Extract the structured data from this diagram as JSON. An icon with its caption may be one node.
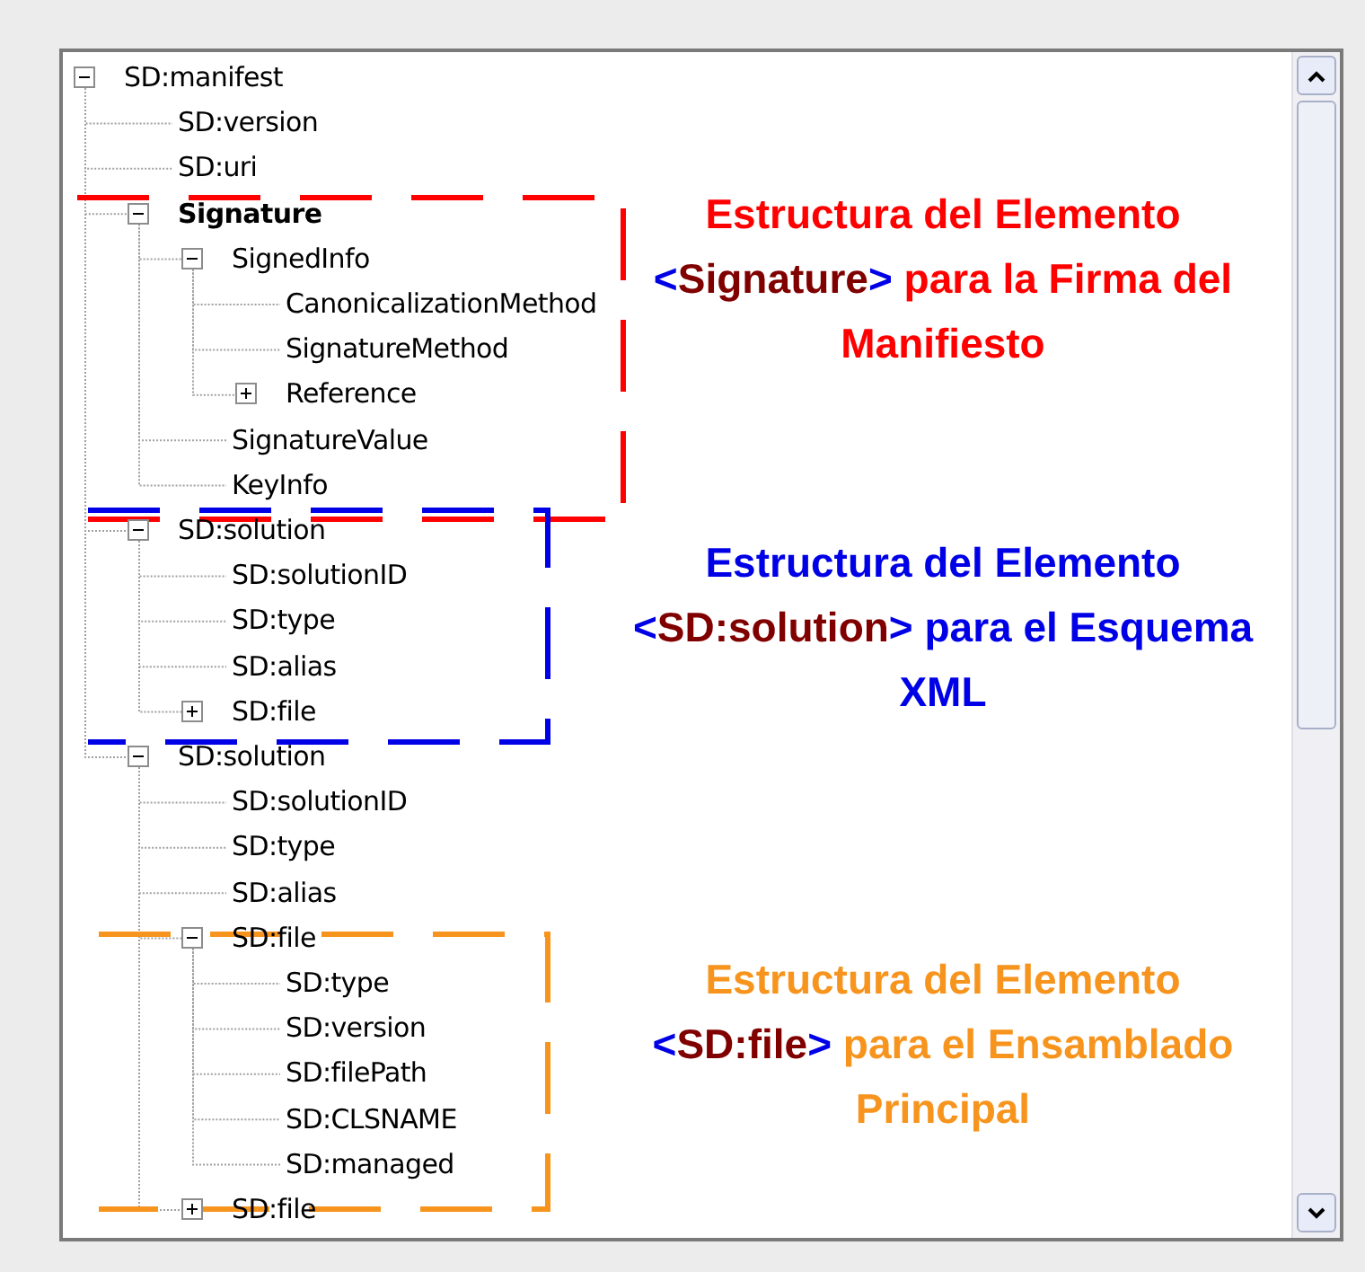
{
  "diagram": {
    "nodes": [
      {
        "text": [
          "SD:manifest"
        ]
      },
      {
        "text": [
          "SD:version"
        ]
      },
      {
        "text": [
          "SD:uri"
        ]
      },
      {
        "text": [
          "Signature"
        ]
      },
      {
        "text": [
          "SignedInfo"
        ]
      },
      {
        "text": [
          "CanonicalizationMethod"
        ]
      },
      {
        "text": [
          "SignatureMethod"
        ]
      },
      {
        "text": [
          "Reference"
        ]
      },
      {
        "text": [
          "SignatureValue"
        ]
      },
      {
        "text": [
          "KeyInfo"
        ]
      },
      {
        "text": [
          "SD:solution"
        ]
      },
      {
        "text": [
          "SD:solutionID"
        ]
      },
      {
        "text": [
          "SD:type"
        ]
      },
      {
        "text": [
          "SD:alias"
        ]
      },
      {
        "text": [
          "SD:file"
        ]
      },
      {
        "text": [
          "SD:solution"
        ]
      },
      {
        "text": [
          "SD:solutionID"
        ]
      },
      {
        "text": [
          "SD:type"
        ]
      },
      {
        "text": [
          "SD:alias"
        ]
      },
      {
        "text": [
          "SD:file"
        ]
      },
      {
        "text": [
          "SD:type"
        ]
      },
      {
        "text": [
          "SD:version"
        ]
      },
      {
        "text": [
          "SD:filePath"
        ]
      },
      {
        "text": [
          "SD:CLSNAME"
        ]
      },
      {
        "text": [
          "SD:managed"
        ]
      },
      {
        "text": [
          "SD:file"
        ]
      }
    ],
    "edges": [
      {
        "from": 0,
        "to": 1,
        "arrow": "none"
      },
      {
        "from": 0,
        "to": 2,
        "arrow": "none"
      },
      {
        "from": 0,
        "to": 3,
        "arrow": "none"
      },
      {
        "from": 3,
        "to": 4,
        "arrow": "none"
      },
      {
        "from": 4,
        "to": 5,
        "arrow": "none"
      },
      {
        "from": 4,
        "to": 6,
        "arrow": "none"
      },
      {
        "from": 4,
        "to": 7,
        "arrow": "none"
      },
      {
        "from": 3,
        "to": 8,
        "arrow": "none"
      },
      {
        "from": 3,
        "to": 9,
        "arrow": "none"
      },
      {
        "from": 0,
        "to": 10,
        "arrow": "none"
      },
      {
        "from": 10,
        "to": 11,
        "arrow": "none"
      },
      {
        "from": 10,
        "to": 12,
        "arrow": "none"
      },
      {
        "from": 10,
        "to": 13,
        "arrow": "none"
      },
      {
        "from": 10,
        "to": 14,
        "arrow": "none"
      },
      {
        "from": 0,
        "to": 15,
        "arrow": "none"
      },
      {
        "from": 15,
        "to": 16,
        "arrow": "none"
      },
      {
        "from": 15,
        "to": 17,
        "arrow": "none"
      },
      {
        "from": 15,
        "to": 18,
        "arrow": "none"
      },
      {
        "from": 15,
        "to": 19,
        "arrow": "none"
      },
      {
        "from": 19,
        "to": 20,
        "arrow": "none"
      },
      {
        "from": 19,
        "to": 21,
        "arrow": "none"
      },
      {
        "from": 19,
        "to": 22,
        "arrow": "none"
      },
      {
        "from": 19,
        "to": 23,
        "arrow": "none"
      },
      {
        "from": 19,
        "to": 24,
        "arrow": "none"
      },
      {
        "from": 15,
        "to": 25,
        "arrow": "none"
      }
    ],
    "labels": [
      "Estructura del Elemento <Signature> para la Firma del Manifiesto",
      "Estructura del Elemento <SD:solution> para el Esquema XML",
      "Estructura del Elemento <SD:file> para el Ensamblado Principal"
    ]
  }
}
